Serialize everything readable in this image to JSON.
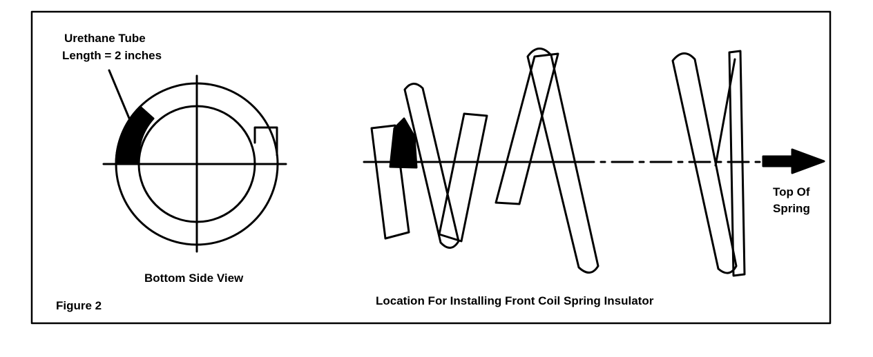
{
  "figure_label": "Figure 2",
  "callout": {
    "line1": "Urethane Tube",
    "line2": "Length = 2 inches"
  },
  "left_view": {
    "caption": "Bottom Side View"
  },
  "right_view": {
    "caption": "Location For Installing Front Coil Spring Insulator",
    "arrow_label_line1": "Top Of",
    "arrow_label_line2": "Spring"
  },
  "colors": {
    "ink": "#000000",
    "paper": "#ffffff"
  }
}
